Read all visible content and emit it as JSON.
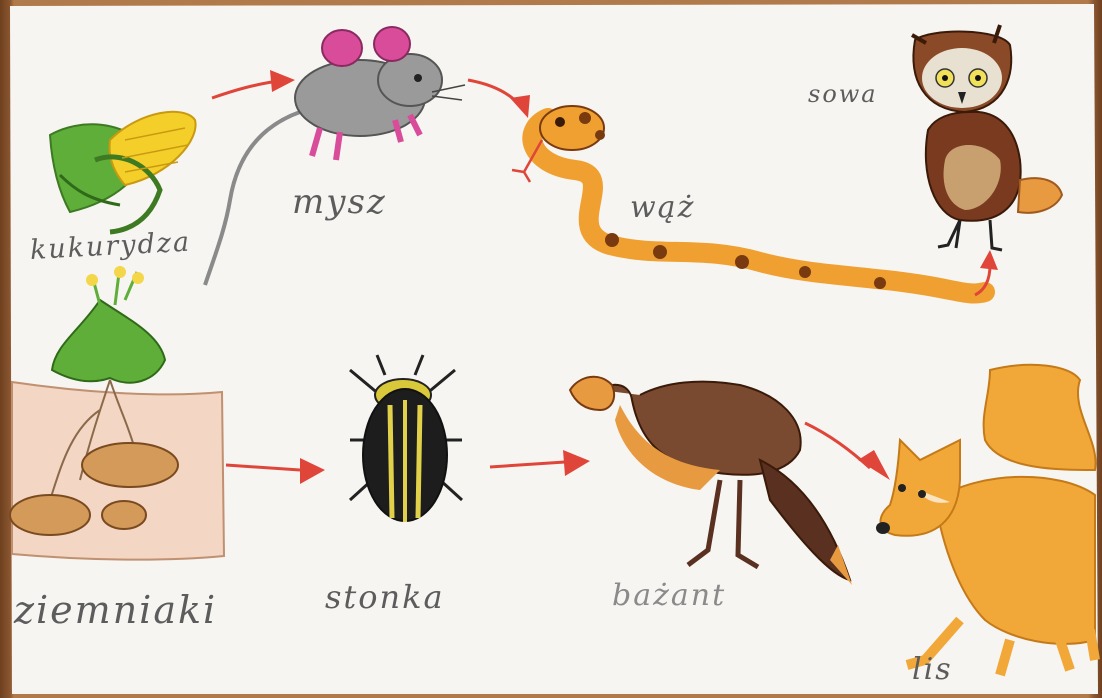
{
  "food_chains": [
    {
      "name": "top-chain",
      "labels": [
        "kukurydza",
        "mysz",
        "wąż",
        "sowa"
      ]
    },
    {
      "name": "bottom-chain",
      "labels": [
        "ziemniaki",
        "stonka",
        "bażant",
        "lis"
      ]
    }
  ],
  "colors": {
    "arrow": "#e0453a",
    "paper": "#f6f5f2",
    "pencil_text": "#5c5c5c"
  }
}
